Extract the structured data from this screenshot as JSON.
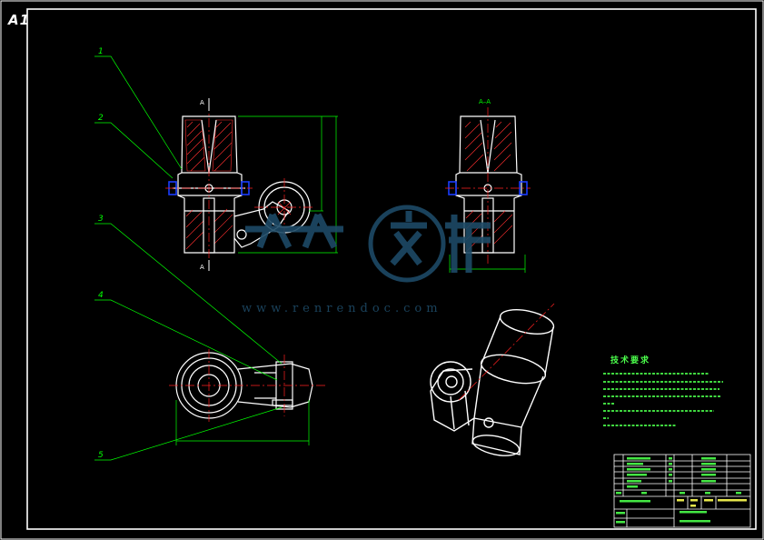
{
  "sheet": {
    "size_label": "A1"
  },
  "balloons": [
    "1",
    "2",
    "3",
    "4",
    "5"
  ],
  "views": {
    "front_section_marks": [
      "A",
      "A"
    ],
    "side_title": "A–A"
  },
  "watermark": {
    "url": "www.renrendoc.com"
  },
  "tech_requirements": {
    "title": "技术要求"
  },
  "colors": {
    "outline": "#ffffff",
    "leader": "#00ff00",
    "centerline": "#ff2020",
    "hatch": "#ff3030",
    "bolt": "#1a3cff",
    "dimension": "#00ff00",
    "watermark": "#1d4a66"
  }
}
